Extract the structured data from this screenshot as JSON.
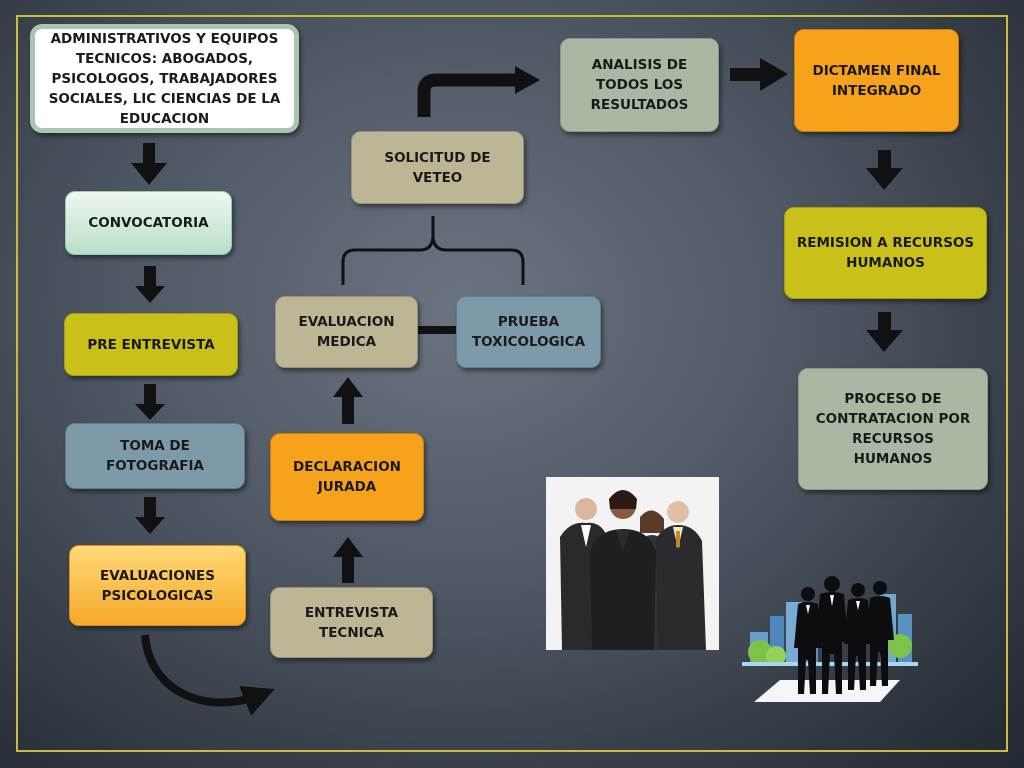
{
  "diagram": {
    "boxes": [
      {
        "id": "staff",
        "text": "ADMINISTRATIVOS Y EQUIPOS\nTECNICOS: ABOGADOS,\nPSICOLOGOS, TRABAJADORES\nSOCIALES,  LIC CIENCIAS DE LA\nEDUCACION"
      },
      {
        "id": "convocatoria",
        "text": "CONVOCATORIA"
      },
      {
        "id": "pre_entrevista",
        "text": "PRE ENTREVISTA"
      },
      {
        "id": "toma_fotografia",
        "text": "TOMA DE\nFOTOGRAFIA"
      },
      {
        "id": "evaluaciones_psicologicas",
        "text": "EVALUACIONES\nPSICOLOGICAS"
      },
      {
        "id": "entrevista_tecnica",
        "text": "ENTREVISTA\nTECNICA"
      },
      {
        "id": "declaracion_jurada",
        "text": "DECLARACION\nJURADA"
      },
      {
        "id": "evaluacion_medica",
        "text": "EVALUACION\nMEDICA"
      },
      {
        "id": "prueba_toxicologica",
        "text": "PRUEBA\nTOXICOLOGICA"
      },
      {
        "id": "solicitud_veteo",
        "text": "SOLICITUD DE\nVETEO"
      },
      {
        "id": "analisis_resultados",
        "text": "ANALISIS DE\nTODOS LOS\nRESULTADOS"
      },
      {
        "id": "dictamen_final",
        "text": "DICTAMEN FINAL\nINTEGRADO"
      },
      {
        "id": "remision_rrhh",
        "text": "REMISION A RECURSOS\nHUMANOS"
      },
      {
        "id": "proceso_contratacion",
        "text": "PROCESO DE\nCONTRATACION POR\nRECURSOS\nHUMANOS"
      }
    ],
    "colors": {
      "frame": "#c9bd3a",
      "arrow": "#111111",
      "mint": "#b9dec7",
      "yellow": "#c9c11a",
      "steel": "#7d9aab",
      "orange": "#f7a21b",
      "tan": "#bcb694",
      "sage": "#a8b8a2"
    }
  }
}
